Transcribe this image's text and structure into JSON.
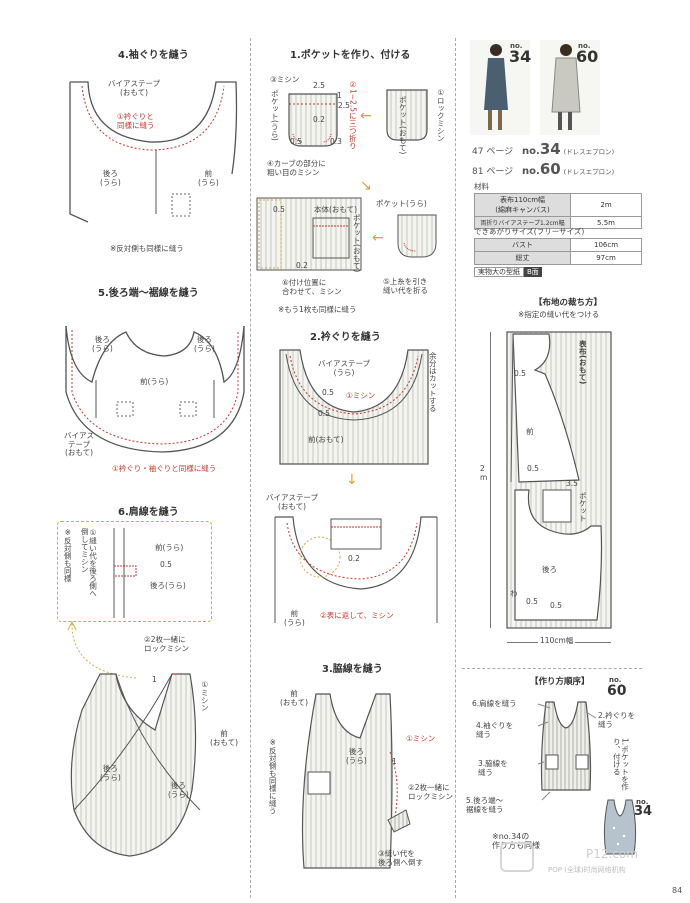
{
  "left_column": {
    "sec4": {
      "title": "4.袖ぐりを縫う",
      "bias_tape": "バイアステープ\n(おもて)",
      "step1": "①衿ぐりと\n同様に縫う",
      "back": "後ろ\n(うら)",
      "front": "前\n(うら)",
      "note": "※反対側も同様に縫う"
    },
    "sec5": {
      "title": "5.後ろ端〜裾線を縫う",
      "back_left": "後ろ\n(うら)",
      "back_right": "後ろ\n(うら)",
      "front": "前(うら)",
      "bias_tape": "バイアス\nテープ\n(おもて)",
      "step1": "①衿ぐり・袖ぐりと同様に縫う"
    },
    "sec6": {
      "title": "6.肩線を縫う",
      "note_vertical": "※反対側も同様",
      "step1_vertical": "①縫い代を後ろ側へ\n倒してミシン",
      "front": "前(うら)",
      "seam": "0.5",
      "back": "後ろ(うら)",
      "step2": "②2枚一緒に\nロックミシン",
      "step1b": "①ミシン",
      "num_1": "1",
      "front_b": "前\n(おもて)",
      "back_l": "後ろ\n(うら)",
      "back_r": "後ろ\n(うら)"
    }
  },
  "middle_column": {
    "sec1": {
      "title": "1.ポケットを作り、付ける",
      "step3": "③ミシン",
      "dim_25": "2.5",
      "dim_1": "1",
      "dim_25b": "2.5",
      "step2_vertical": "②1−2.5に三つ折り",
      "pocket_back_vertical": "ポケット(うら)",
      "dim_02": "0.2",
      "dim_05": "0.5",
      "dim_03": "0.3",
      "step4": "④カーブの部分に\n粗い目のミシン",
      "pocket_front_vertical": "ポケット(おもて)",
      "step1_vertical": "①ロックミシン",
      "pocket_back_label": "ポケット(うら)",
      "body_front": "本体(おもて)",
      "pocket_front2_vertical": "ポケット(おもて)",
      "dim_05b": "0.5",
      "dim_02b": "0.2",
      "step6": "⑥付け位置に\n合わせて、ミシン",
      "step5": "⑤上糸を引き\n縫い代を折る",
      "note": "※もう1枚も同様に縫う"
    },
    "sec2": {
      "title": "2.衿ぐりを縫う",
      "bias_tape": "バイアステープ\n(うら)",
      "step1": "①ミシン",
      "dim_05": "0.5",
      "dim_05b": "0.5",
      "excess_vertical": "余分はカットする",
      "front_outer": "前(おもて)",
      "bias_tape2": "バイアステープ\n(おもて)",
      "dim_02": "0.2",
      "front_back": "前\n(うら)",
      "step2": "②表に返して、ミシン"
    },
    "sec3": {
      "title": "3.脇線を縫う",
      "front_outer": "前\n(おもて)",
      "note_vertical": "※反対側も同様に縫う",
      "back": "後ろ\n(うら)",
      "step1": "①ミシン",
      "dim_1": "1",
      "step2": "②2枚一緒に\nロックミシン",
      "step3": "③縫い代を\n後ろ側へ倒す"
    }
  },
  "right_column": {
    "models": [
      {
        "no_label": "no.",
        "number": "34"
      },
      {
        "no_label": "no.",
        "number": "60"
      }
    ],
    "page_refs": [
      {
        "page": "47 ページ",
        "no": "no.",
        "number": "34",
        "desc": "(ドレスエプロン)"
      },
      {
        "page": "81 ページ",
        "no": "no.",
        "number": "60",
        "desc": "(ドレスエプロン)"
      }
    ],
    "materials": {
      "heading": "材料",
      "rows": [
        {
          "item": "表布110cm幅\n(綿麻キャンバス)",
          "value": "2m"
        },
        {
          "item": "両折りバイアステープ1.2cm幅",
          "value": "5.5m"
        }
      ]
    },
    "size": {
      "heading": "できあがりサイズ(フリーサイズ)",
      "rows": [
        {
          "item": "バスト",
          "value": "106cm"
        },
        {
          "item": "総丈",
          "value": "97cm"
        }
      ]
    },
    "pattern": {
      "label": "実物大の型紙",
      "badge": "B面"
    },
    "cutting": {
      "title": "【布地の裁ち方】",
      "note": "※指定の縫い代をつける",
      "fabric_vertical": "表布(おもて)",
      "front": "前",
      "dim_05a": "0.5",
      "dim_05b": "0.5",
      "dim_35": "3.5",
      "pocket_vertical": "ポケット",
      "back": "後ろ",
      "fold": "わ",
      "dim_05c": "0.5",
      "dim_05d": "0.5",
      "length": "2\nm",
      "width": "110cm幅"
    },
    "order": {
      "title": "【作り方順序】",
      "no": "no.",
      "number": "60",
      "step6": "6.肩線を縫う",
      "step4": "4.袖ぐりを\n縫う",
      "step3": "3.脇線を\n縫う",
      "step5": "5.後ろ端〜\n裾線を縫う",
      "step2": "2.衿ぐりを\n縫う",
      "step1_vertical": "1.ポケットを作り、付ける",
      "no34": "no.",
      "number34": "34",
      "note": "※no.34の\n作り方も同様"
    },
    "watermark": "POP (全球)时尚网络机构",
    "watermark_site": "P12.com"
  },
  "page_number": "84"
}
